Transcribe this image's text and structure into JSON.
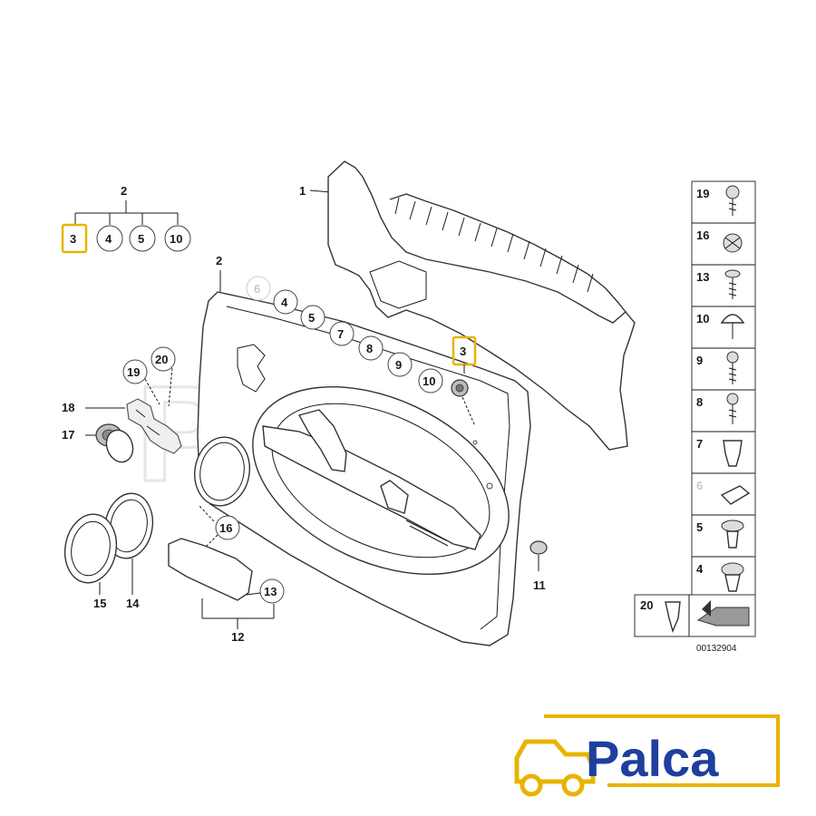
{
  "callouts": {
    "group_top": "2",
    "group_items": [
      "3",
      "4",
      "5",
      "10"
    ],
    "part_1": "1",
    "part_2": "2",
    "seq_grey": "6",
    "seq": [
      "4",
      "5",
      "7",
      "8",
      "9",
      "10"
    ],
    "part_3_highlight": "3",
    "part_20": "20",
    "part_19": "19",
    "part_18": "18",
    "part_17": "17",
    "part_16": "16",
    "part_15": "15",
    "part_14": "14",
    "part_13": "13",
    "part_12": "12",
    "part_11": "11"
  },
  "legend": {
    "rows": [
      "19",
      "16",
      "13",
      "10",
      "9",
      "8",
      "7",
      "6",
      "5",
      "4"
    ],
    "bottom": "20",
    "code": "00132904"
  },
  "brand": {
    "name": "Palca",
    "watermark": "Palca",
    "accent": "#e8b400",
    "color": "#1f3f9e"
  }
}
